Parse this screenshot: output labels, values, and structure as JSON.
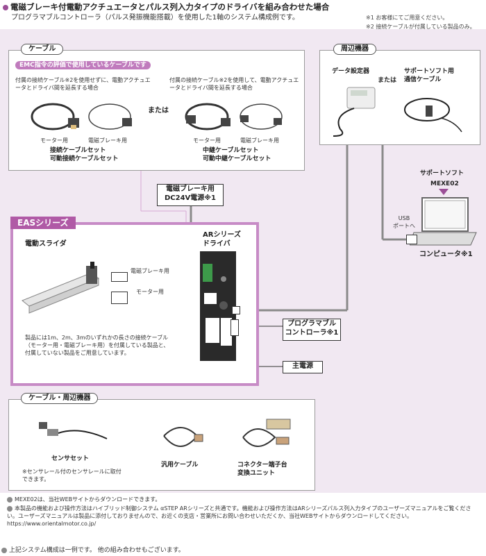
{
  "header": {
    "title": "電磁ブレーキ付電動アクチュエータとパルス列入力タイプのドライバを組み合わせた場合",
    "subtitle": "プログラマブルコントローラ（パルス発振機能搭載）を使用した1軸のシステム構成例です。",
    "note1": "※1 お客様にてご用意ください。",
    "note2": "※2 接続ケーブルが付属している製品のみ。"
  },
  "cable_panel": {
    "tag": "ケーブル",
    "emc": "EMC指令の評価で使用しているケーブルです",
    "left_desc": "付属の接続ケーブル※2を使用せずに、電動アクチュエータとドライバ間を延長する場合",
    "right_desc": "付属の接続ケーブル※2を使用して、電動アクチュエータとドライバ間を延長する場合",
    "or": "または",
    "motor_label": "モーター用",
    "brake_label": "電磁ブレーキ用",
    "left_set": "接続ケーブルセット\n可動接続ケーブルセット",
    "right_set": "中継ケーブルセット\n可動中継ケーブルセット"
  },
  "peripheral_panel": {
    "tag": "周辺機器",
    "data_setter": "データ設定器",
    "or": "または",
    "support_cable": "サポートソフト用\n通信ケーブル"
  },
  "support_soft": {
    "label": "サポートソフト",
    "name": "MEXE02"
  },
  "computer": {
    "usb": "USB\nポートへ",
    "label": "コンピュータ※1"
  },
  "brake_power": {
    "label": "電磁ブレーキ用\nDC24V電源※1"
  },
  "eas": {
    "tag": "EASシリーズ",
    "slider": "電動スライダ",
    "brake_line": "電磁ブレーキ用",
    "motor_line": "モーター用",
    "note": "製品には1m、2m、3mのいずれかの長さの接続ケーブル（モーター用・電磁ブレーキ用）を付属している製品と、付属していない製品をご用意しています。"
  },
  "driver": {
    "label": "ARシリーズ\nドライバ"
  },
  "plc": {
    "label": "プログラマブル\nコントローラ※1"
  },
  "main_power": {
    "label": "主電源"
  },
  "bottom_panel": {
    "tag": "ケーブル・周辺機器",
    "sensor": "センサセット",
    "sensor_note": "※センサレール付のセンサレールに取付できます。",
    "general_cable": "汎用ケーブル",
    "terminal": "コネクター端子台\n変換ユニット"
  },
  "footnotes": {
    "f1": "MEXE02は、当社WEBサイトからダウンロードできます。",
    "f2": "本製品の機能および操作方法はハイブリッド制御システム αSTEP ARシリーズと共通です。機能および操作方法はARシリーズパルス列入力タイプのユーザーズマニュアルをご覧ください。ユーザーズマニュアルは製品に添付しておりませんので、お近くの支店・営業所にお問い合わせいただくか、当社WEBサイトからダウンロードしてください。https://www.orientalmotor.co.jp/",
    "final": "上記システム構成は一例です。 他の組み合わせもございます。"
  },
  "colors": {
    "pink_bg": "#f2e9f3",
    "eas_border": "#c78bc6",
    "eas_tag": "#b05aa6",
    "emc": "#c07bbd"
  }
}
